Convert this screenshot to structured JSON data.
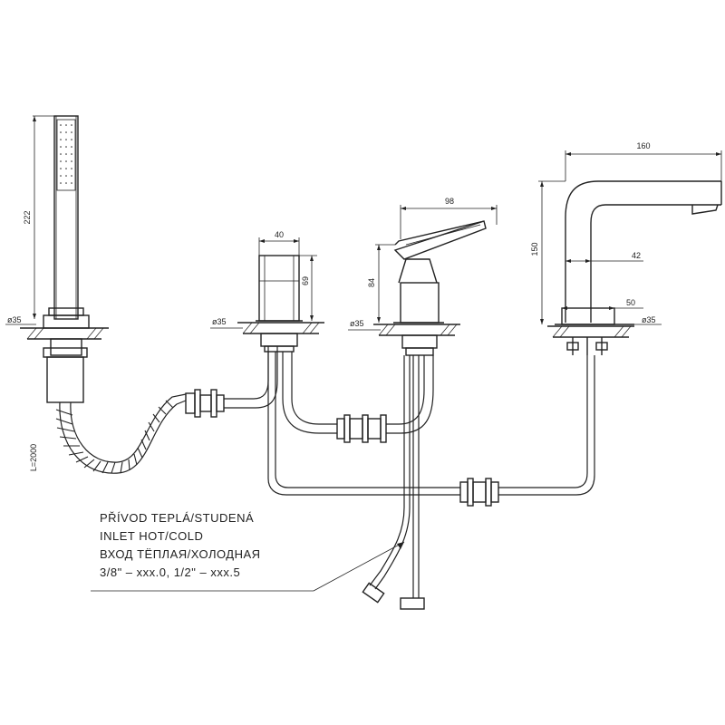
{
  "dimensions": {
    "handshower_length": "222",
    "hose_length": "L=2000",
    "diverter_width": "40",
    "diverter_height": "69",
    "mixer_width": "98",
    "mixer_height": "84",
    "spout_reach": "160",
    "spout_height": "150",
    "spout_inner": "42",
    "spout_base": "50",
    "hole_diameter": "ø35"
  },
  "note": {
    "line1": "PŘÍVOD TEPLÁ/STUDENÁ",
    "line2": "INLET HOT/COLD",
    "line3": "ВХОД ТЁПЛАЯ/ХОЛОДНАЯ",
    "line4": "3/8\" – xxx.0, 1/2\" – xxx.5"
  }
}
